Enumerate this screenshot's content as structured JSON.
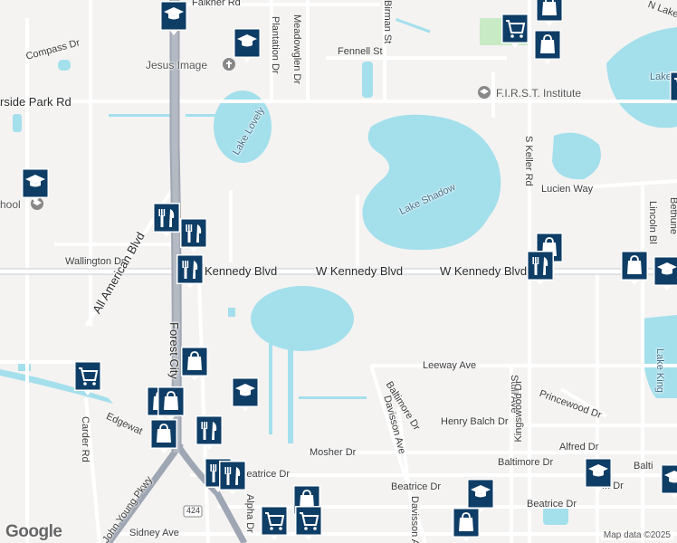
{
  "streets": {
    "falkner": "Falkner Rd",
    "compass": "Compass Dr",
    "riverside": "rside Park Rd",
    "plantation": "Plantation Dr",
    "meadowglen": "Meadowglen Dr",
    "birman": "Birman St",
    "fennell": "Fennell St",
    "lucien": "Lucien Way",
    "keller": "S Keller Rd",
    "lincoln": "Lincoln Bl",
    "bethune": "Bethune",
    "wallington": "Wallington Dr",
    "all_american": "All American Blvd",
    "kennedy_left": "Kennedy Blvd",
    "kennedy_mid": "W Kennedy Blvd",
    "kennedy_right": "W Kennedy Blvd",
    "forest_city": "Forest City",
    "leeway": "Leeway Ave",
    "baltimore_diag": "Baltimore Dr",
    "davisson": "Davisson Ave",
    "stull": "Stull Ave",
    "kingswood": "Kingswood Dr",
    "princewood": "Princewood Dr",
    "henry_balch": "Henry Balch Dr",
    "alfred": "Alfred Dr",
    "carder": "Carder Rd",
    "edgewater": "Edgewat",
    "mosher": "Mosher Dr",
    "baltimore_h": "Baltimore Dr",
    "baltimore_right": "Balti",
    "beatrice_left": "Beatrice Dr",
    "beatrice_mid": "Beatrice Dr",
    "beatrice_right": "Beatrice Dr",
    "m_dr": "M   Dr",
    "john_young": "John Young Pkwy",
    "route_424": "424",
    "sidney": "Sidney Ave",
    "davisson_s": "Davisson Ave",
    "alpha": "Alpha Dr",
    "n_lake": "N Lake",
    "lake_right_top": "Lake"
  },
  "lakes": {
    "lovely": "Lake Lovely",
    "shadow": "Lake Shadow",
    "king": "Lake King"
  },
  "places": {
    "jesus_image": "Jesus Image",
    "first_institute": "F.I.R.S.T. Institute",
    "school_left": "hool"
  },
  "attribution": {
    "logo": "Google",
    "credit": "Map data ©2025"
  },
  "colors": {
    "water": "#a4dfec",
    "park": "#c8ebc5",
    "highway": "#9fa6b3",
    "road": "#ffffff",
    "pin": "#0e3d66"
  }
}
